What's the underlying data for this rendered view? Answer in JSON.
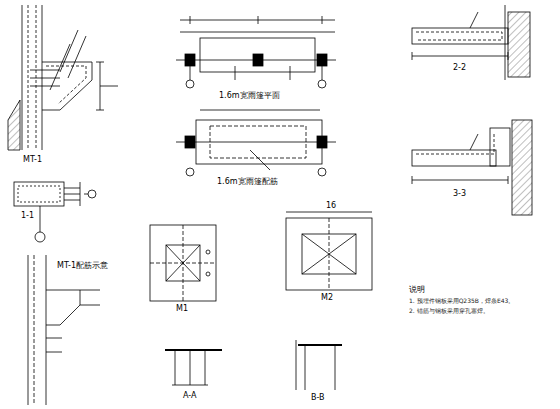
{
  "diagram": {
    "labels": [
      "MT-1",
      "1-1",
      "MT-1配筋示意",
      "1.6m宽雨篷平面",
      "1.6m宽雨篷配筋",
      "M1",
      "16",
      "M2",
      "A-A",
      "B-B",
      "2-2",
      "3-3",
      "说明",
      "1. 预埋件钢板采用Q235B，焊条E43。",
      "2. 锚筋与钢板采用穿孔塞焊。"
    ]
  }
}
